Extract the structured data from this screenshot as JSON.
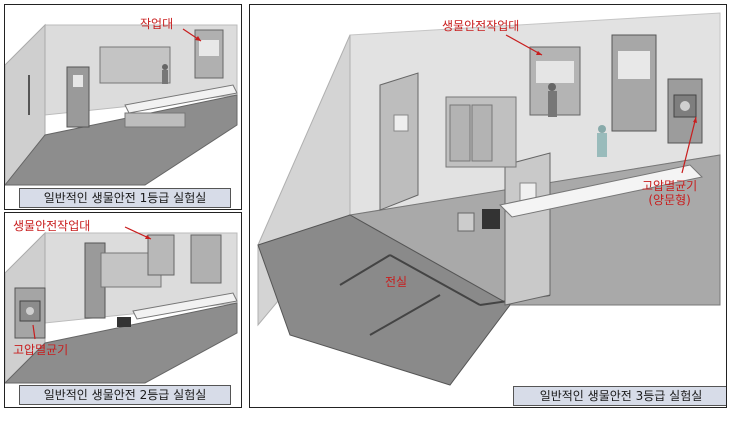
{
  "panels": [
    {
      "id": "bsl1",
      "caption": "일반적인 생물안전 1등급 실험실",
      "labels": [
        "작업대"
      ]
    },
    {
      "id": "bsl2",
      "caption": "일반적인 생물안전 2등급 실험실",
      "labels": [
        "생물안전작업대",
        "고압멸균기"
      ]
    },
    {
      "id": "bsl3",
      "caption": "일반적인 생물안전 3등급 실험실",
      "labels": [
        "생물안전작업대",
        "고압멸균기\n(양문형)",
        "전실"
      ]
    }
  ],
  "colors": {
    "label_red": "#c81e1e",
    "caption_bg": "#d7dce8",
    "floor": "#8d8d8d",
    "wall": "#d9d9d9"
  }
}
